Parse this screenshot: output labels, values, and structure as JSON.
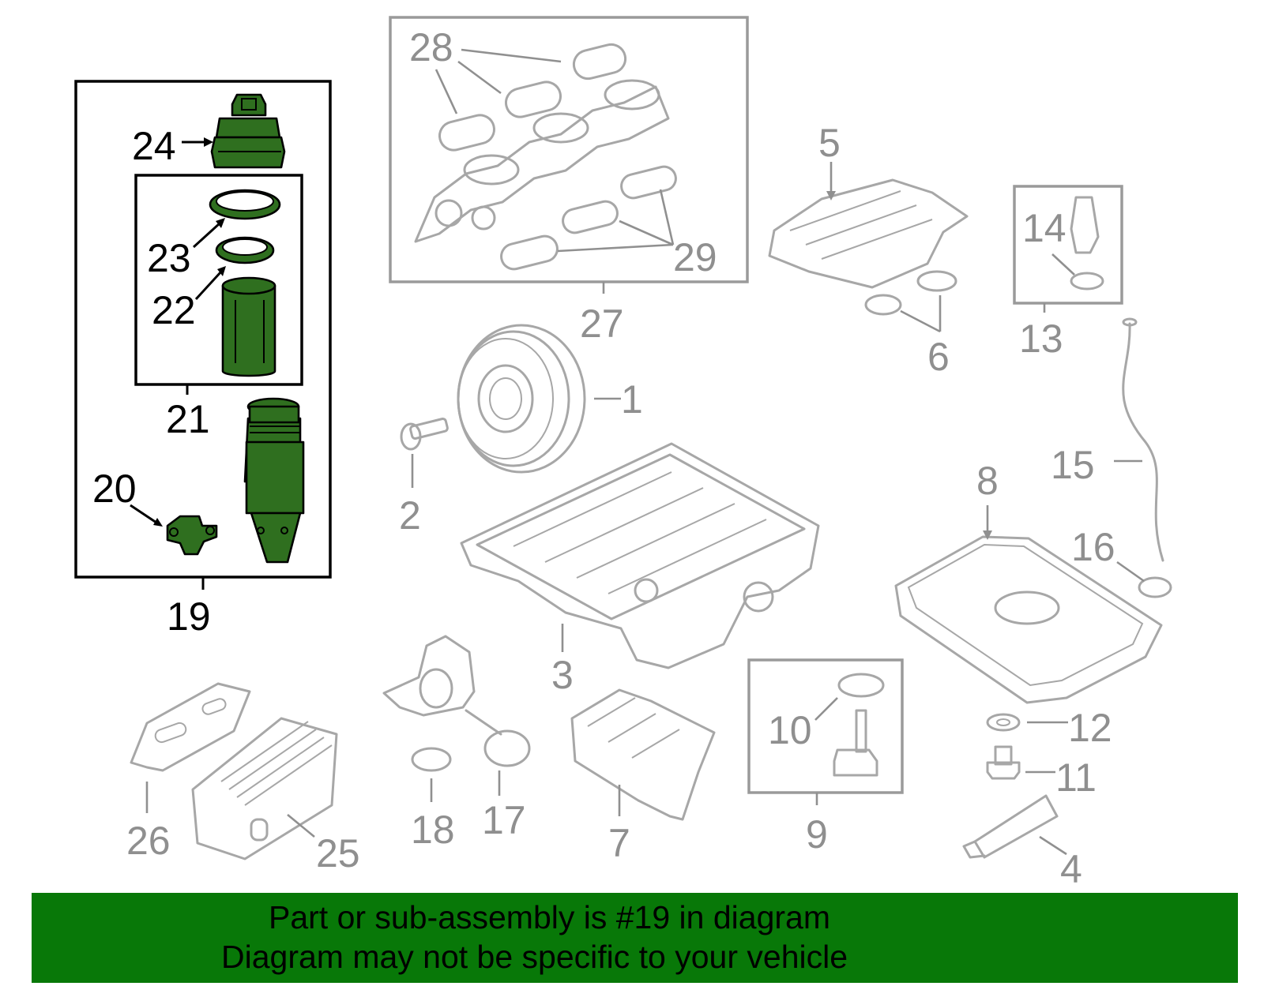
{
  "diagram": {
    "highlight_color": "#2f6f1f",
    "callouts": {
      "c1": "1",
      "c2": "2",
      "c3": "3",
      "c4": "4",
      "c5": "5",
      "c6": "6",
      "c7": "7",
      "c8": "8",
      "c9": "9",
      "c10": "10",
      "c11": "11",
      "c12": "12",
      "c13": "13",
      "c14": "14",
      "c15": "15",
      "c16": "16",
      "c17": "17",
      "c18": "18",
      "c19": "19",
      "c20": "20",
      "c21": "21",
      "c22": "22",
      "c23": "23",
      "c24": "24",
      "c25": "25",
      "c26": "26",
      "c27": "27",
      "c28": "28",
      "c29": "29"
    }
  },
  "banner": {
    "line1": "Part or sub-assembly is #19 in diagram",
    "line2": "Diagram may not be specific to your vehicle",
    "color": "#087808"
  }
}
